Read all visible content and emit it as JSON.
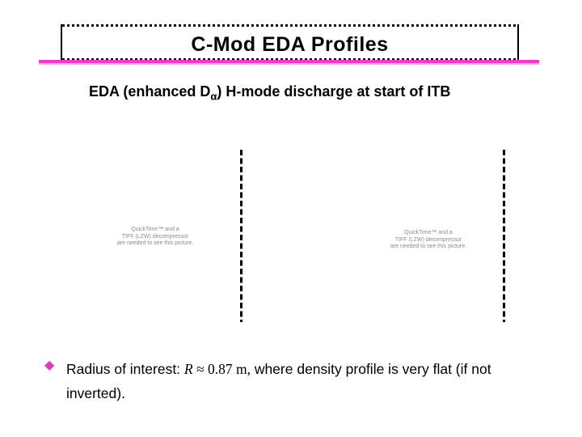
{
  "slide": {
    "title": "C-Mod EDA Profiles",
    "subtitle": {
      "prefix": "EDA (enhanced D",
      "subscript": "α",
      "suffix": ") H-mode discharge at start of ITB"
    },
    "placeholders": [
      {
        "lines": [
          "QuickTime™ and a",
          "TIFF (LZW) decompressor",
          "are needed to see this picture."
        ]
      },
      {
        "lines": [
          "QuickTime™ and a",
          "TIFF (LZW) decompressor",
          "are needed to see this picture."
        ]
      }
    ],
    "bullet": {
      "marker": "◆",
      "text_before_math": "Radius of interest: ",
      "math_var": "R",
      "math_rest": " ≈ 0.87 m,",
      "text_after_math": " where density profile is very flat (if not inverted)."
    },
    "colors": {
      "accent_pink": "#ee3cc6",
      "accent_pink_light": "#f7a8df",
      "bullet_pink": "#e23bb4",
      "placeholder_gray": "#8c8c8c"
    }
  }
}
